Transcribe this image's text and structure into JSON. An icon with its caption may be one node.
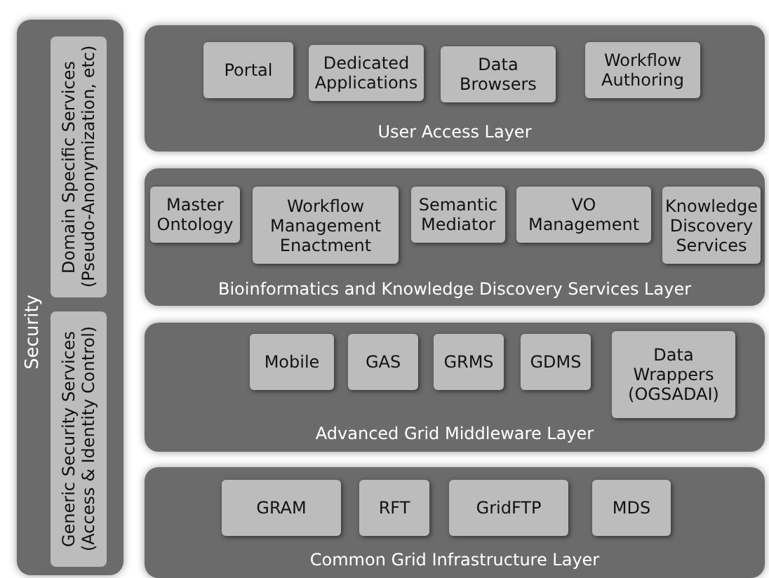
{
  "diagram": {
    "nodes": [
      {
        "text": [
          "Security"
        ]
      },
      {
        "text": [
          "Domain Specific Services (Pseudo-Anonymization, etc)"
        ],
        "in": 0
      },
      {
        "text": [
          "Generic Security Services (Access & Identity Control)"
        ],
        "in": 0
      },
      {
        "text": [
          "User Access Layer"
        ]
      },
      {
        "text": [
          "Portal"
        ],
        "in": 3
      },
      {
        "text": [
          "Dedicated Applications"
        ],
        "in": 3
      },
      {
        "text": [
          "Data Browsers"
        ],
        "in": 3
      },
      {
        "text": [
          "Workflow Authoring"
        ],
        "in": 3
      },
      {
        "text": [
          "Bioinformatics and Knowledge Discovery Services Layer"
        ]
      },
      {
        "text": [
          "Master Ontology"
        ],
        "in": 8
      },
      {
        "text": [
          "Workflow Management Enactment"
        ],
        "in": 8
      },
      {
        "text": [
          "Semantic Mediator"
        ],
        "in": 8
      },
      {
        "text": [
          "VO Management"
        ],
        "in": 8
      },
      {
        "text": [
          "Knowledge Discovery Services"
        ],
        "in": 8
      },
      {
        "text": [
          "Advanced Grid Middleware Layer"
        ]
      },
      {
        "text": [
          "Mobile"
        ],
        "in": 14
      },
      {
        "text": [
          "GAS"
        ],
        "in": 14
      },
      {
        "text": [
          "GRMS"
        ],
        "in": 14
      },
      {
        "text": [
          "GDMS"
        ],
        "in": 14
      },
      {
        "text": [
          "Data Wrappers (OGSADAI)"
        ],
        "in": 14
      },
      {
        "text": [
          "Common Grid Infrastructure Layer"
        ]
      },
      {
        "text": [
          "GRAM"
        ],
        "in": 20
      },
      {
        "text": [
          "RFT"
        ],
        "in": 20
      },
      {
        "text": [
          "GridFTP"
        ],
        "in": 20
      },
      {
        "text": [
          "MDS"
        ],
        "in": 20
      }
    ]
  }
}
